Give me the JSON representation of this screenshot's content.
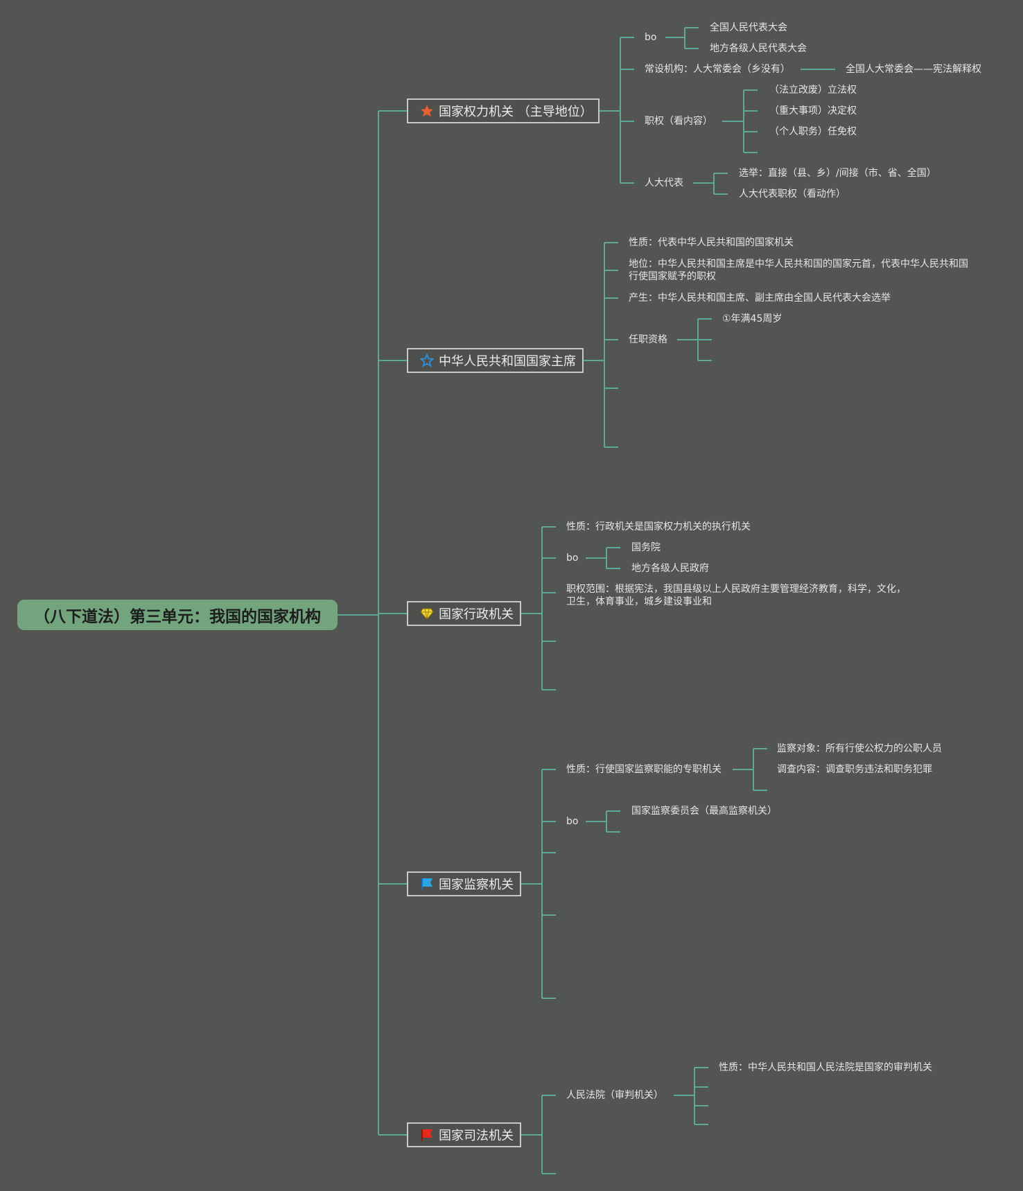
{
  "root": "（八下道法）第三单元：我国的国家机构",
  "branches": [
    {
      "label": "国家权力机关 （主导地位）",
      "icon": "orange-star-icon",
      "children": {
        "bo": "bo",
        "bo_items": [
          "全国人民代表大会",
          "地方各级人民代表大会"
        ],
        "standing": "常设机构：人大常委会（乡没有）",
        "standing_child": "全国人大常委会——宪法解释权",
        "powers": "职权（看内容）",
        "power_items": [
          "（法立改废）立法权",
          "（重大事项）决定权",
          "（个人职务）任免权"
        ],
        "deputies": "人大代表",
        "deputy_items": [
          "选举：直接（县、乡）/间接（市、省、全国）",
          "人大代表职权（看动作）"
        ]
      }
    },
    {
      "label": "中华人民共和国国家主席",
      "icon": "blue-star-outline-icon",
      "children": {
        "nature": "性质：代表中华人民共和国的国家机关",
        "status": "地位：中华人民共和国主席是中华人民共和国的国家元首，代表中华人民共和国行使国家赋予的职权",
        "origin": "产生：中华人民共和国主席、副主席由全国人民代表大会选举",
        "qual": "任职资格",
        "qual_items": [
          "①年满45周岁"
        ]
      }
    },
    {
      "label": "国家行政机关",
      "icon": "yellow-gem-icon",
      "children": {
        "nature": "性质：行政机关是国家权力机关的执行机关",
        "bo": "bo",
        "bo_items": [
          "国务院",
          "地方各级人民政府"
        ],
        "scope": "职权范围：根据宪法，我国县级以上人民政府主要管理经济教育，科学，文化，卫生，体育事业，城乡建设事业和"
      }
    },
    {
      "label": "国家监察机关",
      "icon": "blue-flag-icon",
      "children": {
        "nature": "性质：行使国家监察职能的专职机关",
        "nature_items": [
          "监察对象：所有行使公权力的公职人员",
          "调查内容：调查职务违法和职务犯罪"
        ],
        "bo": "bo",
        "bo_items": [
          "国家监察委员会（最高监察机关）"
        ]
      }
    },
    {
      "label": "国家司法机关",
      "icon": "red-flag-icon",
      "children": {
        "court": "人民法院（审判机关）",
        "court_items": [
          "性质：中华人民共和国人民法院是国家的审判机关"
        ]
      }
    }
  ],
  "colors": {
    "background": "#535553",
    "connector": "#5fa899",
    "root_fill": "#72a57e",
    "branch_border": "#c9c9c9"
  }
}
